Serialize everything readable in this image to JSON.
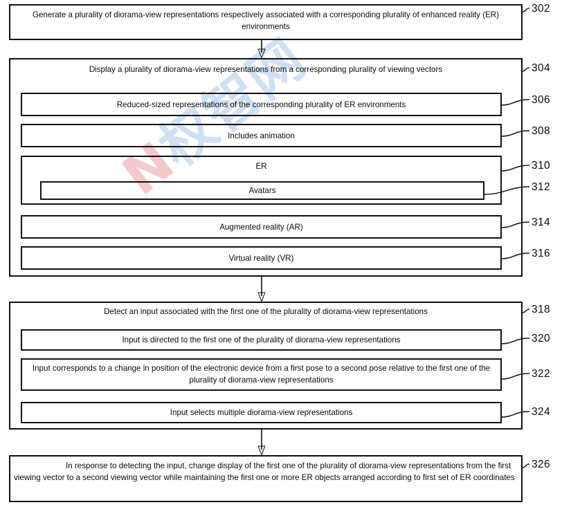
{
  "figure": {
    "title": "Patent flowchart figure",
    "watermark": {
      "letter": "N",
      "cjk": "权智网",
      "letter_color": "#f4c9cc",
      "cjk_color": "#cfe0f2"
    },
    "stroke_color": "#111111",
    "background": "#ffffff"
  },
  "steps": {
    "s302": {
      "ref": "302",
      "text": "Generate a plurality of diorama-view representations respectively associated with a corresponding plurality of enhanced reality (ER) environments"
    },
    "s304": {
      "ref": "304",
      "text": "Display a plurality of diorama-view representations from a corresponding plurality of viewing vectors"
    },
    "s306": {
      "ref": "306",
      "text": "Reduced-sized representations of the corresponding plurality of ER environments"
    },
    "s308": {
      "ref": "308",
      "text": "Includes animation"
    },
    "s310": {
      "ref": "310",
      "text": "ER"
    },
    "s312": {
      "ref": "312",
      "text": "Avatars"
    },
    "s314": {
      "ref": "314",
      "text": "Augmented reality (AR)"
    },
    "s316": {
      "ref": "316",
      "text": "Virtual reality (VR)"
    },
    "s318": {
      "ref": "318",
      "text": "Detect an input associated with the first one of the plurality of diorama-view representations"
    },
    "s320": {
      "ref": "320",
      "text": "Input is directed to the first one of the plurality of diorama-view representations"
    },
    "s322": {
      "ref": "322",
      "text": "Input corresponds to a change in position of the electronic device from a first pose to a second pose relative to the first one of the plurality of diorama-view representations"
    },
    "s324": {
      "ref": "324",
      "text": "Input selects multiple diorama-view representations"
    },
    "s326": {
      "ref": "326",
      "text": "In response to detecting the input, change display of the first one of the plurality of diorama-view representations from the first viewing vector to a second viewing vector while maintaining the first one or more ER objects arranged according to first set of ER coordinates"
    }
  }
}
